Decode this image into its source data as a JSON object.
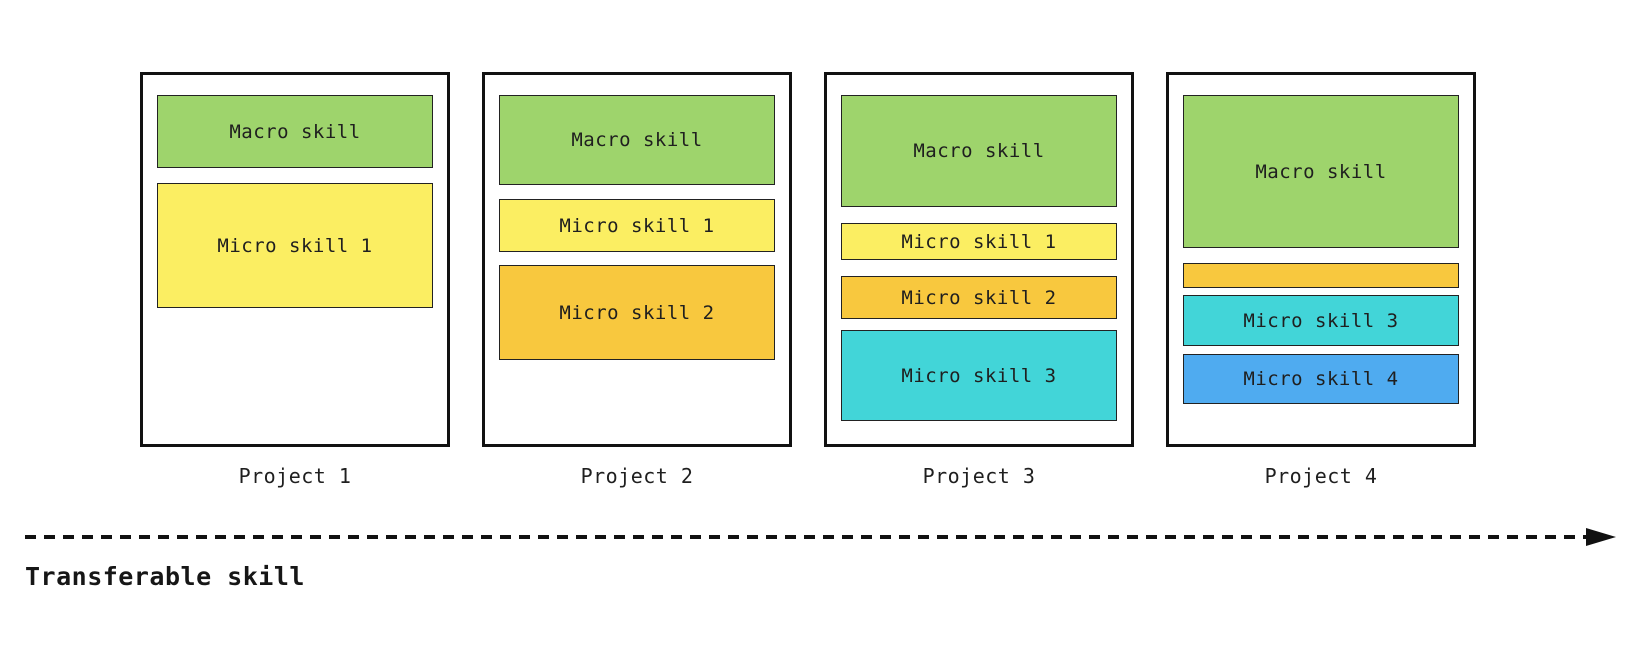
{
  "projects": [
    {
      "label": "Project 1",
      "blocks": [
        {
          "name": "macro-skill-block",
          "text": "Macro skill",
          "color": "green",
          "height": 73,
          "gap": 0
        },
        {
          "name": "micro-skill-1-block",
          "text": "Micro skill 1",
          "color": "yellow",
          "height": 125,
          "gap": 15
        }
      ]
    },
    {
      "label": "Project 2",
      "blocks": [
        {
          "name": "macro-skill-block",
          "text": "Macro skill",
          "color": "green",
          "height": 90,
          "gap": 0
        },
        {
          "name": "micro-skill-1-block",
          "text": "Micro skill 1",
          "color": "yellow",
          "height": 53,
          "gap": 14
        },
        {
          "name": "micro-skill-2-block",
          "text": "Micro skill 2",
          "color": "amber",
          "height": 95,
          "gap": 13
        }
      ]
    },
    {
      "label": "Project 3",
      "blocks": [
        {
          "name": "macro-skill-block",
          "text": "Macro skill",
          "color": "green",
          "height": 112,
          "gap": 0
        },
        {
          "name": "micro-skill-1-block",
          "text": "Micro skill 1",
          "color": "yellow",
          "height": 37,
          "gap": 16
        },
        {
          "name": "micro-skill-2-block",
          "text": "Micro skill 2",
          "color": "amber",
          "height": 43,
          "gap": 16
        },
        {
          "name": "micro-skill-3-block",
          "text": "Micro skill 3",
          "color": "cyan",
          "height": 91,
          "gap": 11
        }
      ]
    },
    {
      "label": "Project 4",
      "blocks": [
        {
          "name": "macro-skill-block",
          "text": "Macro skill",
          "color": "green",
          "height": 153,
          "gap": 0
        },
        {
          "name": "micro-skill-2-empty-block",
          "text": "",
          "color": "amber",
          "height": 25,
          "gap": 15
        },
        {
          "name": "micro-skill-3-block",
          "text": "Micro skill 3",
          "color": "cyan",
          "height": 51,
          "gap": 7
        },
        {
          "name": "micro-skill-4-block",
          "text": "Micro skill 4",
          "color": "blue",
          "height": 50,
          "gap": 8
        }
      ]
    }
  ],
  "axis": {
    "label": "Transferable skill"
  },
  "colors": {
    "green": "#9ed46c",
    "yellow": "#fbee62",
    "amber": "#f8c83e",
    "cyan": "#42d5d8",
    "blue": "#4fabf0",
    "line": "#111111",
    "text": "#1f1f1f"
  }
}
